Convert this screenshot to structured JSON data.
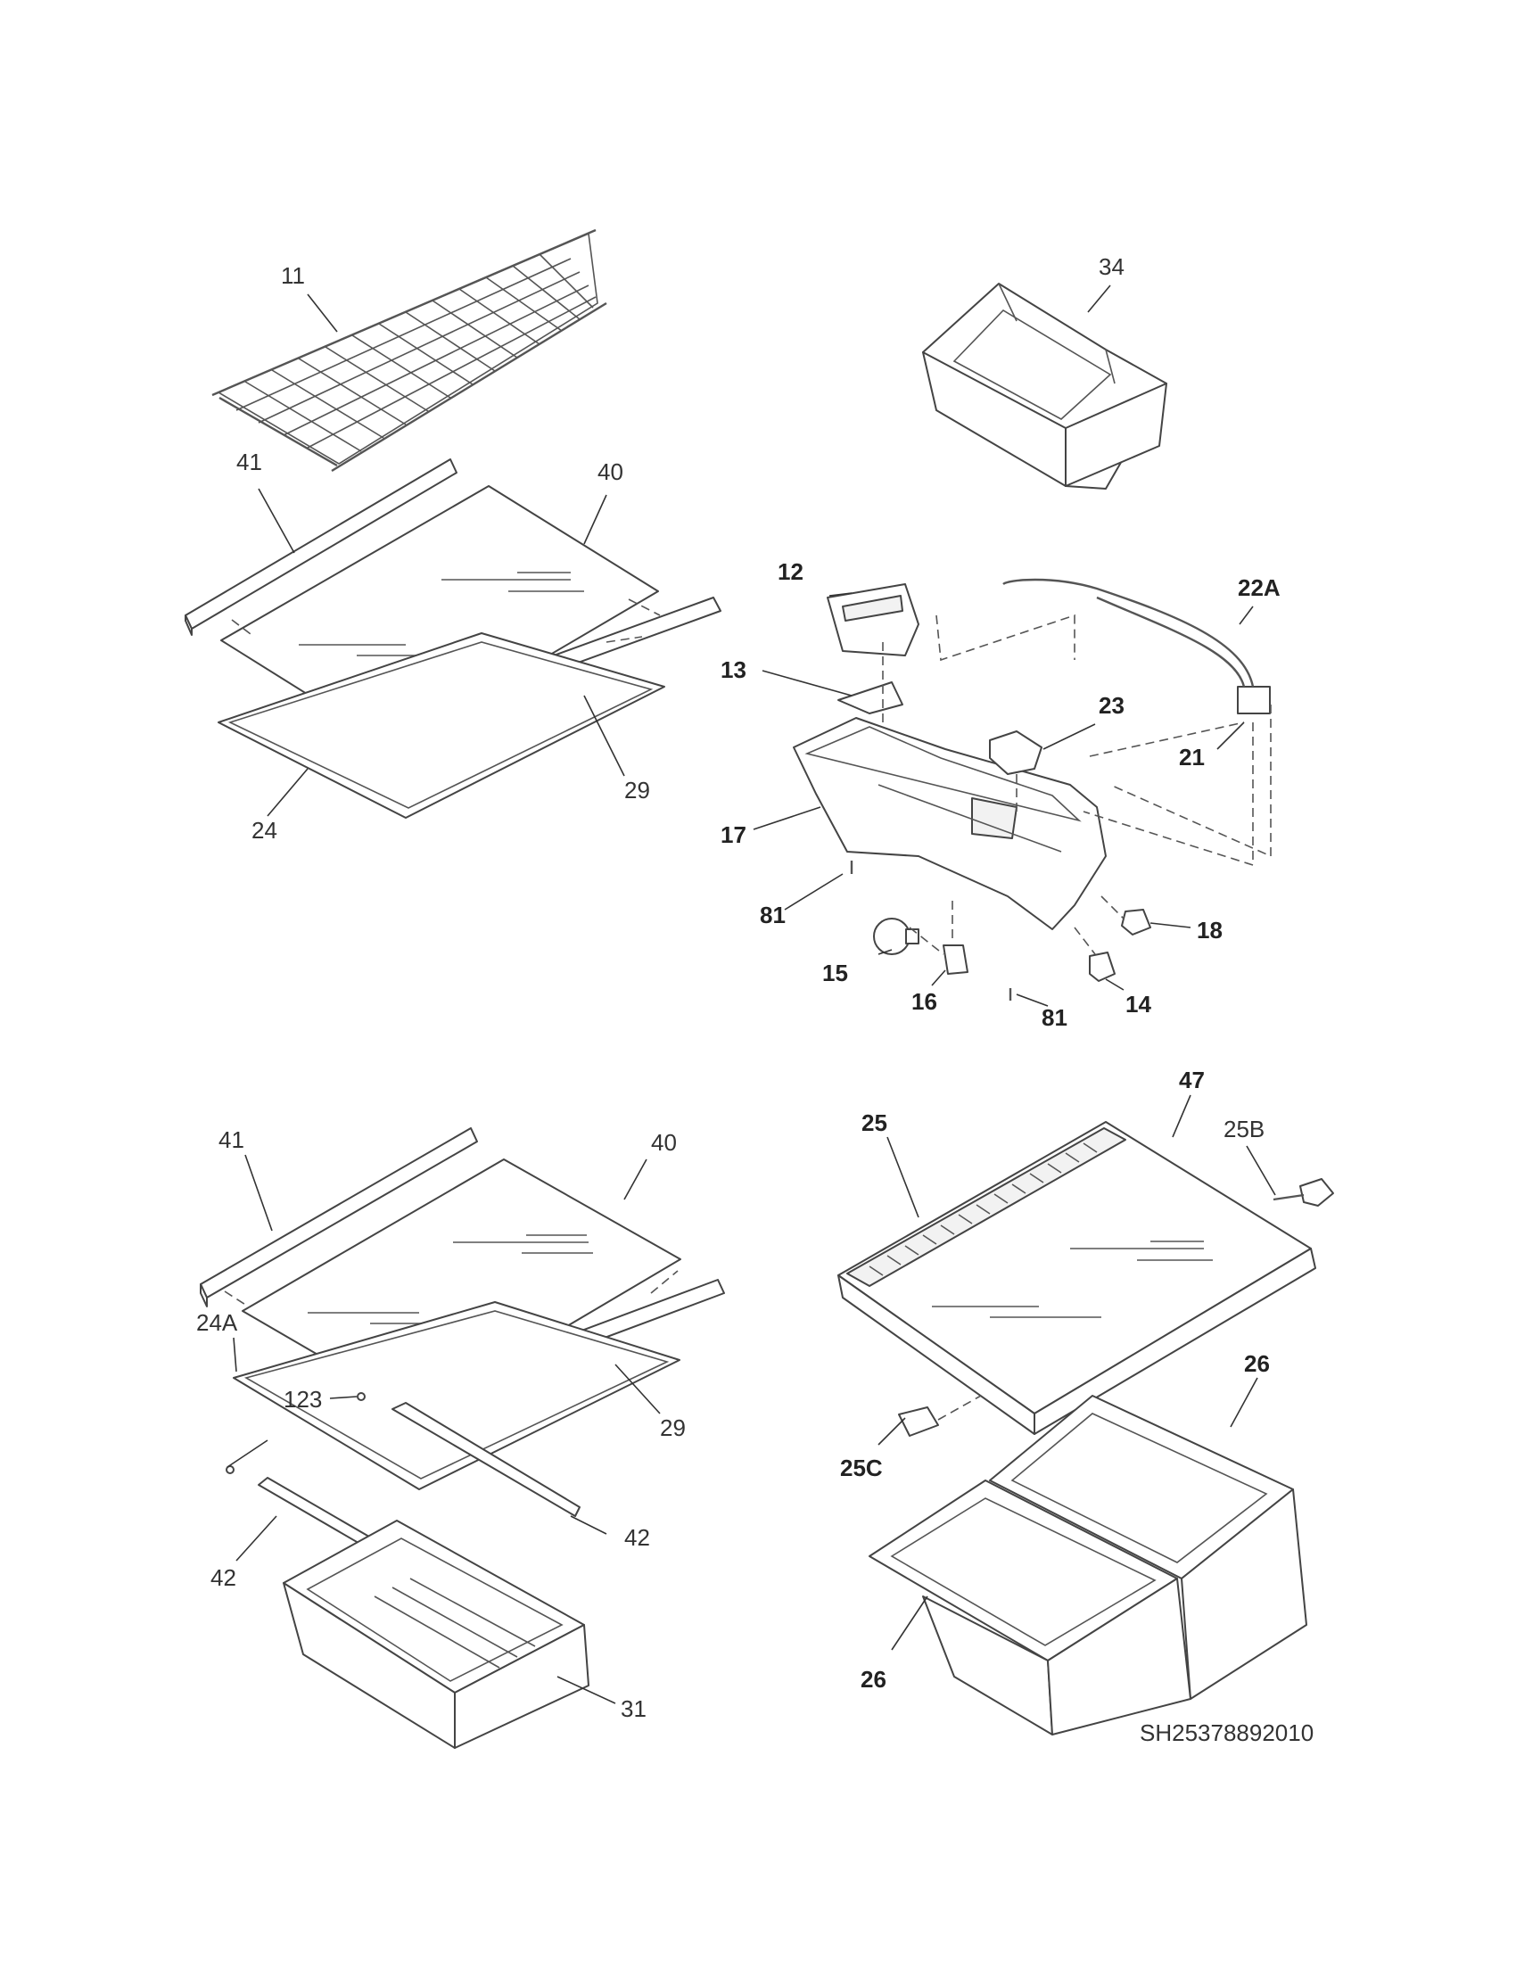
{
  "callouts": {
    "c11": "11",
    "c34": "34",
    "c41_top": "41",
    "c40_top": "40",
    "c29_top": "29",
    "c24": "24",
    "c12": "12",
    "c22A": "22A",
    "c13": "13",
    "c23": "23",
    "c21": "21",
    "c17": "17",
    "c81_left": "81",
    "c15": "15",
    "c16": "16",
    "c18": "18",
    "c81_bottom": "81",
    "c14": "14",
    "c41_bottom": "41",
    "c40_bottom": "40",
    "c24A": "24A",
    "c123": "123",
    "c29_bottom": "29",
    "c42_right": "42",
    "c42_left": "42",
    "c31": "31",
    "c47": "47",
    "c25": "25",
    "c25B": "25B",
    "c26_top": "26",
    "c25C": "25C",
    "c26_bottom": "26"
  },
  "drawing_number": "SH25378892010"
}
